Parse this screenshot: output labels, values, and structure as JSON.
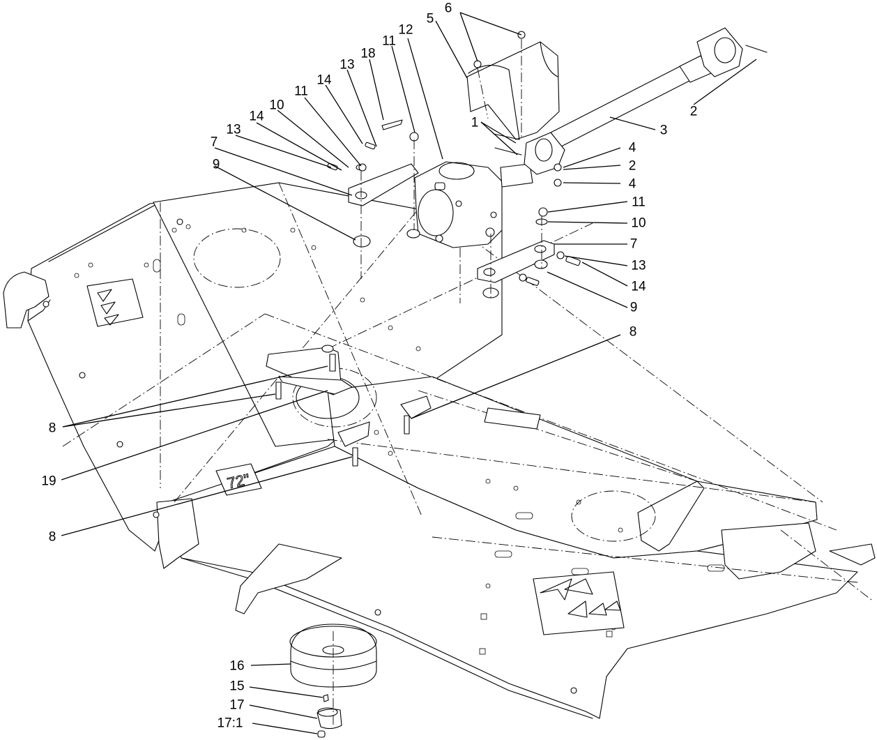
{
  "diagram": {
    "type": "exploded-parts-diagram",
    "decal_text": "72\""
  },
  "callouts": [
    {
      "id": "c-6",
      "label": "6"
    },
    {
      "id": "c-5",
      "label": "5"
    },
    {
      "id": "c-12",
      "label": "12"
    },
    {
      "id": "c-11a",
      "label": "11"
    },
    {
      "id": "c-18",
      "label": "18"
    },
    {
      "id": "c-13a",
      "label": "13"
    },
    {
      "id": "c-14a",
      "label": "14"
    },
    {
      "id": "c-11b",
      "label": "11"
    },
    {
      "id": "c-10a",
      "label": "10"
    },
    {
      "id": "c-14b",
      "label": "14"
    },
    {
      "id": "c-13b",
      "label": "13"
    },
    {
      "id": "c-7a",
      "label": "7"
    },
    {
      "id": "c-9a",
      "label": "9"
    },
    {
      "id": "c-1",
      "label": "1"
    },
    {
      "id": "c-2a",
      "label": "2"
    },
    {
      "id": "c-3",
      "label": "3"
    },
    {
      "id": "c-4a",
      "label": "4"
    },
    {
      "id": "c-2b",
      "label": "2"
    },
    {
      "id": "c-4b",
      "label": "4"
    },
    {
      "id": "c-11c",
      "label": "11"
    },
    {
      "id": "c-10b",
      "label": "10"
    },
    {
      "id": "c-7b",
      "label": "7"
    },
    {
      "id": "c-13c",
      "label": "13"
    },
    {
      "id": "c-14c",
      "label": "14"
    },
    {
      "id": "c-9b",
      "label": "9"
    },
    {
      "id": "c-8a",
      "label": "8"
    },
    {
      "id": "c-8b",
      "label": "8"
    },
    {
      "id": "c-19",
      "label": "19"
    },
    {
      "id": "c-8c",
      "label": "8"
    },
    {
      "id": "c-16",
      "label": "16"
    },
    {
      "id": "c-15",
      "label": "15"
    },
    {
      "id": "c-17",
      "label": "17"
    },
    {
      "id": "c-17-1",
      "label": "17:1"
    }
  ]
}
